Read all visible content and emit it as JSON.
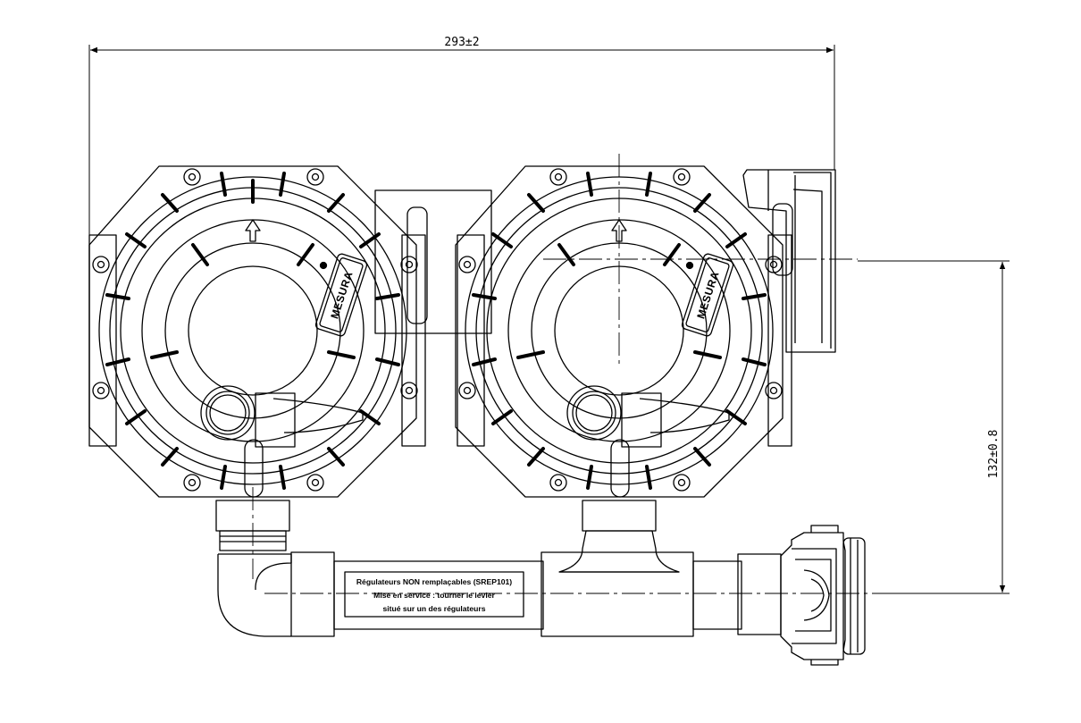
{
  "dimensions": {
    "overall_width": "293±2",
    "axis_height": "132±0.8"
  },
  "regulators": [
    {
      "brand": "MESURA"
    },
    {
      "brand": "MESURA"
    }
  ],
  "label_plate": {
    "line1": "Régulateurs NON remplaçables (SREP101)",
    "line2": "Mise en service : tourner le levier",
    "line3": "situé sur un des régulateurs"
  }
}
